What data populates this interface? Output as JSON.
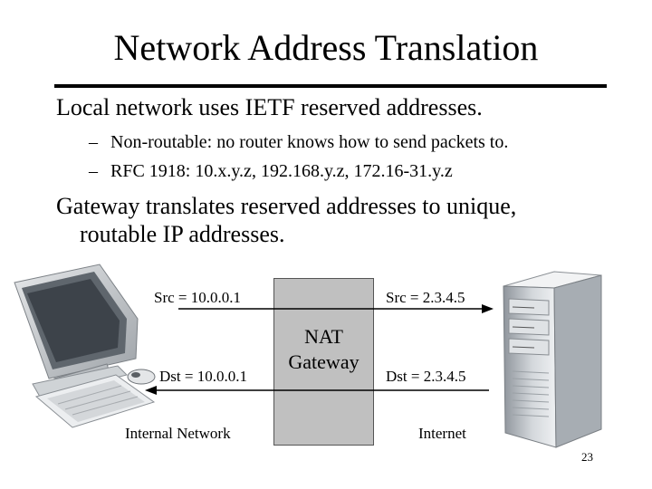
{
  "slide": {
    "title": "Network Address Translation",
    "bullet1": "Local network uses IETF reserved addresses.",
    "sub_bullets": [
      {
        "dash": "–",
        "text": "Non-routable: no router knows how to send packets to."
      },
      {
        "dash": "–",
        "text": "RFC 1918: 10.x.y.z, 192.168.y.z, 172.16-31.y.z"
      }
    ],
    "bullet2_line1": "Gateway translates reserved addresses to unique,",
    "bullet2_line2": "routable IP addresses.",
    "page_number": "23"
  },
  "diagram": {
    "src_internal": "Src = 10.0.0.1",
    "src_external": "Src = 2.3.4.5",
    "dst_internal": "Dst = 10.0.0.1",
    "dst_external": "Dst = 2.3.4.5",
    "gateway_line1": "NAT",
    "gateway_line2": "Gateway",
    "internal_label": "Internal Network",
    "internet_label": "Internet",
    "icons": [
      "computer-monitor-icon",
      "keyboard-icon",
      "mouse-icon",
      "server-tower-icon"
    ]
  }
}
